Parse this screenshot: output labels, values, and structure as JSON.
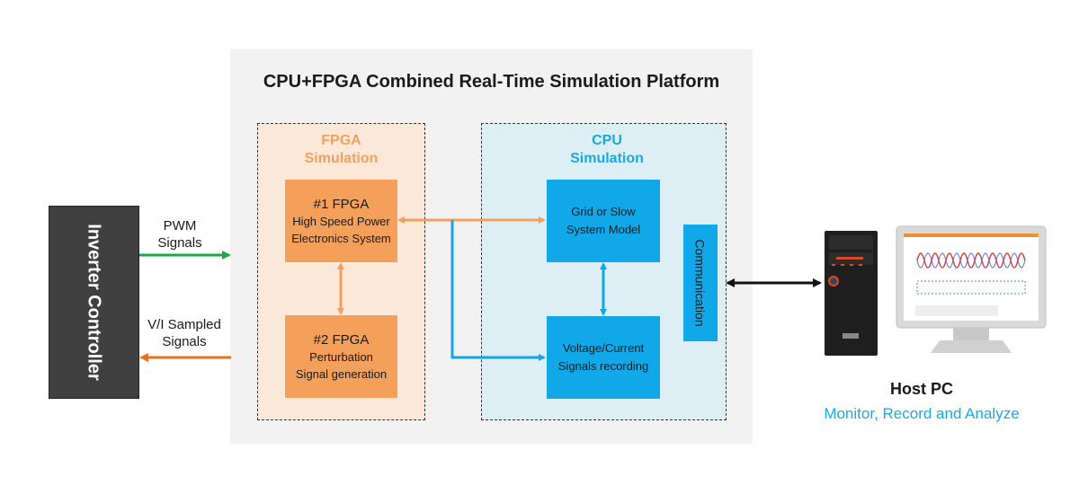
{
  "platform": {
    "title": "CPU+FPGA Combined Real-Time Simulation Platform"
  },
  "fpga_zone": {
    "title_line1": "FPGA",
    "title_line2": "Simulation"
  },
  "cpu_zone": {
    "title_line1": "CPU",
    "title_line2": "Simulation"
  },
  "fpga1": {
    "title": "#1 FPGA",
    "line1": "High Speed Power",
    "line2": "Electronics System"
  },
  "fpga2": {
    "title": "#2 FPGA",
    "line1": "Perturbation",
    "line2": "Signal generation"
  },
  "grid_model": {
    "line1": "Grid or Slow",
    "line2": "System Model"
  },
  "vc_record": {
    "line1": "Voltage/Current",
    "line2": "Signals recording"
  },
  "communication": {
    "label": "Communication"
  },
  "inverter": {
    "label": "Inverter Controller"
  },
  "signals": {
    "pwm_line1": "PWM",
    "pwm_line2": "Signals",
    "vi_line1": "V/I Sampled",
    "vi_line2": "Signals"
  },
  "host": {
    "title": "Host PC",
    "subtitle": "Monitor, Record and Analyze"
  },
  "colors": {
    "orange": "#f5a05a",
    "blue": "#10a8e8",
    "green_arrow": "#1aaa4a",
    "orange_arrow": "#e8701a",
    "accent_text": "#19a9e1"
  }
}
